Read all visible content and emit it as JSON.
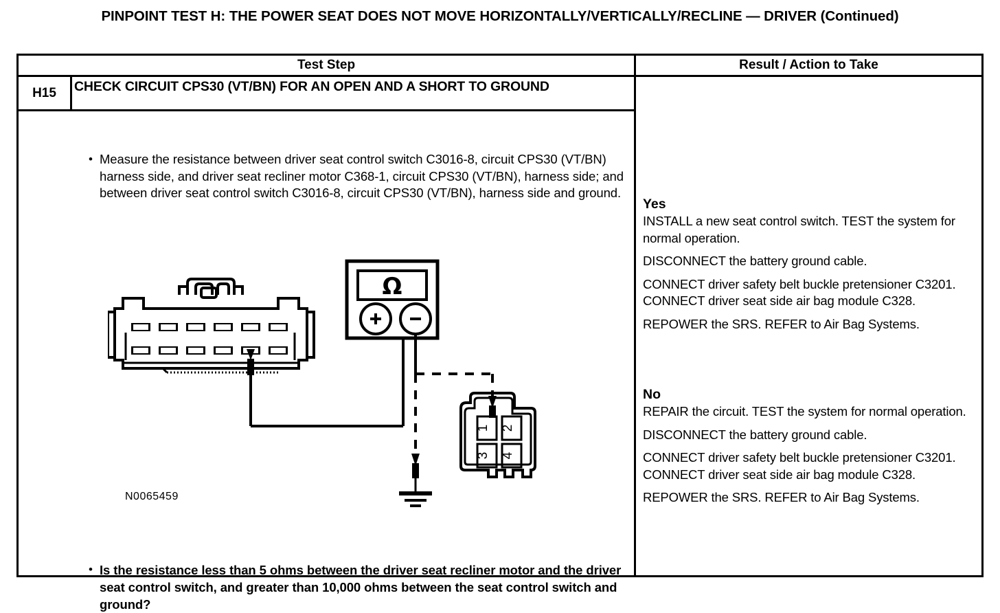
{
  "document": {
    "title": "PINPOINT TEST H: THE POWER SEAT DOES NOT MOVE HORIZONTALLY/VERTICALLY/RECLINE — DRIVER (Continued)"
  },
  "table": {
    "headers": {
      "test_step": "Test Step",
      "result_action": "Result / Action to Take"
    }
  },
  "step": {
    "id": "H15",
    "title": "CHECK CIRCUIT CPS30 (VT/BN) FOR AN OPEN AND A SHORT TO GROUND",
    "bullet_marker": "•",
    "instruction": "Measure the resistance between driver seat control switch C3016-8, circuit CPS30 (VT/BN) harness side, and driver seat recliner motor C368-1, circuit CPS30 (VT/BN), harness side; and between driver seat control switch C3016-8, circuit CPS30 (VT/BN), harness side and ground.",
    "question": "Is the resistance less than 5 ohms between the driver seat recliner motor and the driver seat control switch, and greater than 10,000 ohms between the seat control switch and ground?"
  },
  "figure": {
    "id": "N0065459",
    "meter_display": "Ω",
    "meter_positive": "+",
    "meter_negative": "−",
    "connector_left_pins": 12,
    "connector_right_pin_labels": [
      "1",
      "2",
      "3",
      "4"
    ]
  },
  "results": {
    "yes": {
      "label": "Yes",
      "paragraphs": [
        "INSTALL a new seat control switch. TEST the system for normal operation.",
        "DISCONNECT the battery ground cable.",
        "CONNECT driver safety belt buckle pretensioner C3201. CONNECT driver seat side air bag module C328.",
        "REPOWER the SRS. REFER to Air Bag Systems."
      ]
    },
    "no": {
      "label": "No",
      "paragraphs": [
        "REPAIR the circuit. TEST the system for normal operation.",
        "DISCONNECT the battery ground cable.",
        "CONNECT driver safety belt buckle pretensioner C3201. CONNECT driver seat side air bag module C328.",
        "REPOWER the SRS. REFER to Air Bag Systems."
      ]
    }
  }
}
